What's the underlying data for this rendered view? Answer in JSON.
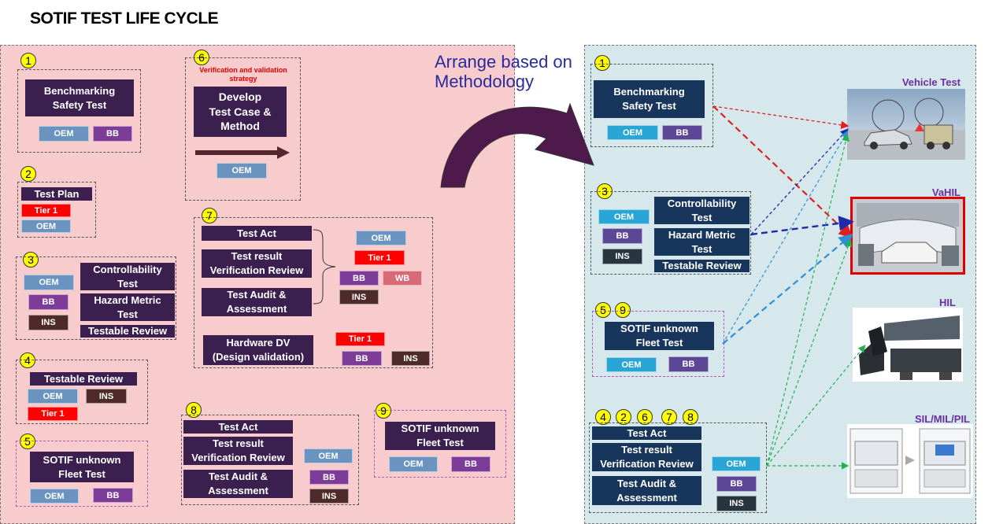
{
  "title": "SOTIF TEST LIFE CYCLE",
  "arrange_text": "Arrange based on Methodology",
  "colors": {
    "dark_box": "#3b1f4f",
    "navy_box": "#18365c",
    "oem": "#6b93c0",
    "bb": "#7e3c99",
    "ins": "#4e2a2a",
    "tier1": "#ff0000",
    "wb": "#d76a77"
  },
  "labels": {
    "benchmarking": "Benchmarking",
    "safety_test": "Safety Test",
    "test_plan": "Test Plan",
    "tier1": "Tier 1",
    "oem": "OEM",
    "bb": "BB",
    "ins": "INS",
    "wb": "WB",
    "controllability": "Controllability Test",
    "hazard_metric": "Hazard Metric Test",
    "testable_review": "Testable Review",
    "sotif_unknown": "SOTIF unknown Fleet Test",
    "verification_strategy": "Verification and validation strategy",
    "develop": "Develop",
    "test_case_method": "Test Case & Method",
    "test_act": "Test Act",
    "test_result_review": "Test result Verification Review",
    "test_audit": "Test Audit & Assessment",
    "hardware_dv": "Hardware DV (Design validation)"
  },
  "numbers": {
    "n1": "1",
    "n2": "2",
    "n3": "3",
    "n4": "4",
    "n5": "5",
    "n6": "6",
    "n7": "7",
    "n8": "8",
    "n9": "9"
  },
  "targets": {
    "vehicle_test": "Vehicle Test",
    "vahil": "VaHIL",
    "hil": "HIL",
    "sil": "SIL/MIL/PIL"
  }
}
